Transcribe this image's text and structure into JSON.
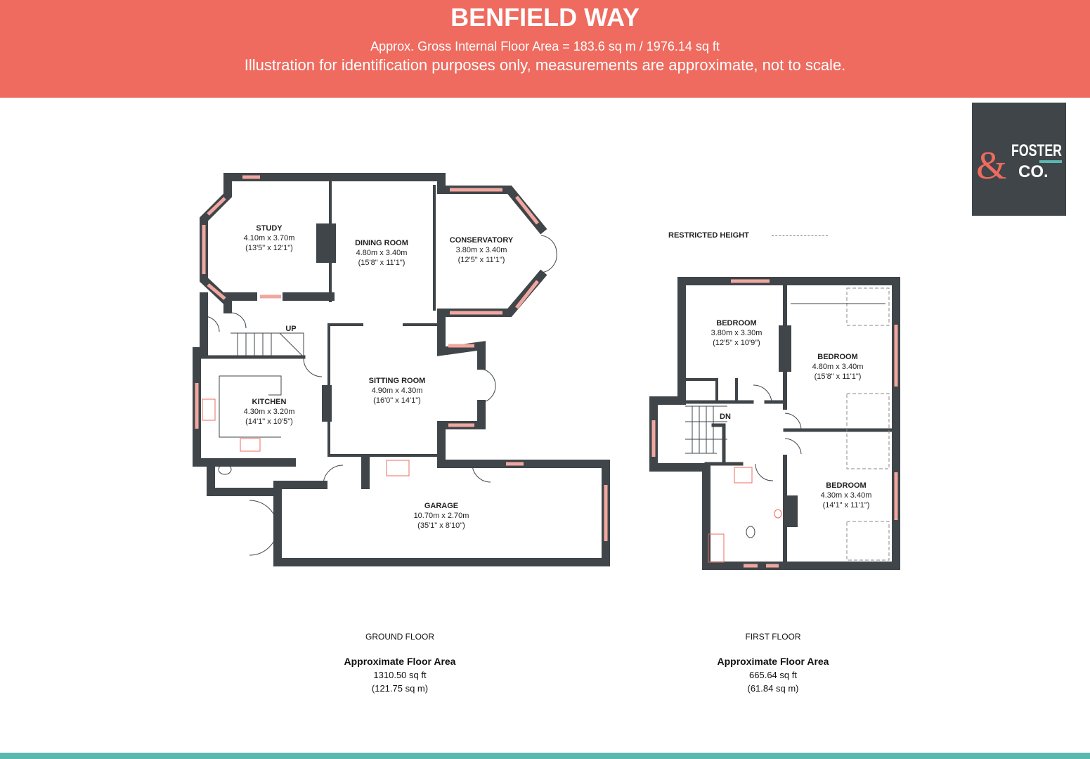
{
  "header": {
    "title": "BENFIELD WAY",
    "subtitle": "Approx. Gross Internal Floor Area = 183.6 sq m / 1976.14 sq ft",
    "disclaimer": "Illustration for identification purposes only, measurements are approximate, not to scale."
  },
  "logo": {
    "text": "& FOSTER CO."
  },
  "legend": {
    "restricted_height": "RESTRICTED HEIGHT"
  },
  "colors": {
    "header": "#ef6b5f",
    "walls": "#3f4549",
    "windows": "#f0a79f",
    "accent": "#5bb8b0"
  },
  "ground_floor": {
    "name": "GROUND FLOOR",
    "area_label": "Approximate Floor Area",
    "area_sqft": "1310.50 sq ft",
    "area_sqm": "(121.75 sq m)",
    "stairs_label": "UP",
    "rooms": [
      {
        "name": "STUDY",
        "metric": "4.10m x 3.70m",
        "imperial": "(13'5\" x 12'1\")"
      },
      {
        "name": "DINING ROOM",
        "metric": "4.80m x 3.40m",
        "imperial": "(15'8\" x 11'1\")"
      },
      {
        "name": "CONSERVATORY",
        "metric": "3.80m x 3.40m",
        "imperial": "(12'5\" x 11'1\")"
      },
      {
        "name": "SITTING ROOM",
        "metric": "4.90m x 4.30m",
        "imperial": "(16'0\" x 14'1\")"
      },
      {
        "name": "KITCHEN",
        "metric": "4.30m x 3.20m",
        "imperial": "(14'1\" x 10'5\")"
      },
      {
        "name": "GARAGE",
        "metric": "10.70m x 2.70m",
        "imperial": "(35'1\" x 8'10\")"
      }
    ]
  },
  "first_floor": {
    "name": "FIRST FLOOR",
    "area_label": "Approximate Floor Area",
    "area_sqft": "665.64 sq ft",
    "area_sqm": "(61.84 sq m)",
    "stairs_label": "DN",
    "rooms": [
      {
        "name": "BEDROOM",
        "metric": "3.80m x 3.30m",
        "imperial": "(12'5\" x 10'9\")"
      },
      {
        "name": "BEDROOM",
        "metric": "4.80m x 3.40m",
        "imperial": "(15'8\" x 11'1\")"
      },
      {
        "name": "BEDROOM",
        "metric": "4.30m x 3.40m",
        "imperial": "(14'1\" x 11'1\")"
      }
    ]
  }
}
